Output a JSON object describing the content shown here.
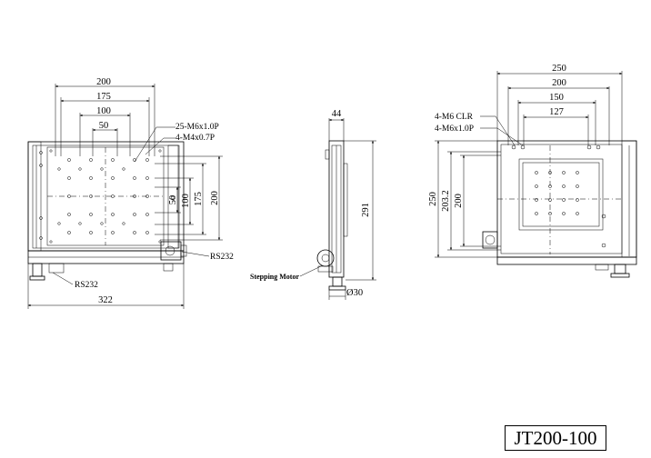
{
  "model": "JT200-100",
  "front_view": {
    "top_dims": [
      "200",
      "175",
      "100",
      "50"
    ],
    "right_dims": [
      "50",
      "100",
      "175",
      "200"
    ],
    "bottom_dim": "322",
    "hole_callouts": [
      "25-M6x1.0P",
      "4-M4x0.7P"
    ],
    "connector_labels": [
      "RS232",
      "RS232"
    ]
  },
  "side_view": {
    "top_dim": "44",
    "height_dim": "291",
    "knob_dim": "Ø30",
    "motor_label": "Stepping Motor"
  },
  "right_view": {
    "top_dims": [
      "250",
      "200",
      "150",
      "127"
    ],
    "left_dims": [
      "250",
      "203.2",
      "200"
    ],
    "hole_callouts": [
      "4-M6 CLR",
      "4-M6x1.0P"
    ]
  }
}
